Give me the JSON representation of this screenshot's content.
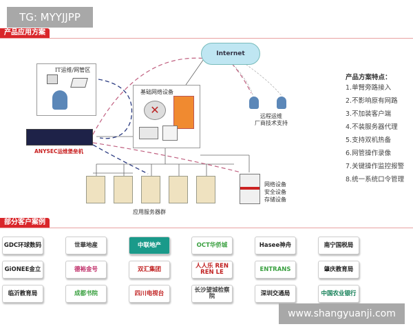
{
  "watermark_top": "TG: MYYJJPP",
  "watermark_bottom": "www.shangyuanji.com",
  "section1_title": "产品应用方案",
  "section2_title": "部分客户案例",
  "diagram": {
    "it_zone": "IT运维/网管区",
    "appliance": "ANYSEC运维堡垒机",
    "network_devices": "基础网络设备",
    "internet": "Internet",
    "remote_line1": "远程运维",
    "remote_line2": "厂商技术支持",
    "server_group": "应用服务器群",
    "storage_line1": "网络设备",
    "storage_line2": "安全设备",
    "storage_line3": "存储设备"
  },
  "features": {
    "title": "产品方案特点：",
    "items": [
      "1.单臂旁路接入",
      "2.不影响原有网路",
      "3.不加装客户端",
      "4.不装服务器代理",
      "5.支持双机热备",
      "6.网管操作录像",
      "7.关键操作监控报警",
      "8.统一系统口令管理"
    ]
  },
  "customers": [
    [
      "GDC环球数码",
      "世華地産",
      "中联地产",
      "OCT华侨城",
      "Hasee神舟",
      "南宁国税局"
    ],
    [
      "GiONEE金立",
      "德裕金号",
      "双汇集团",
      "人人乐 REN REN LE",
      "ENTRANS",
      "肇庆教育局"
    ],
    [
      "临沂教育局",
      "成都书院",
      "四川电视台",
      "长沙望城检察院",
      "深圳交通局",
      "中国农业银行"
    ]
  ],
  "colors": {
    "accent": "#d9262a"
  }
}
